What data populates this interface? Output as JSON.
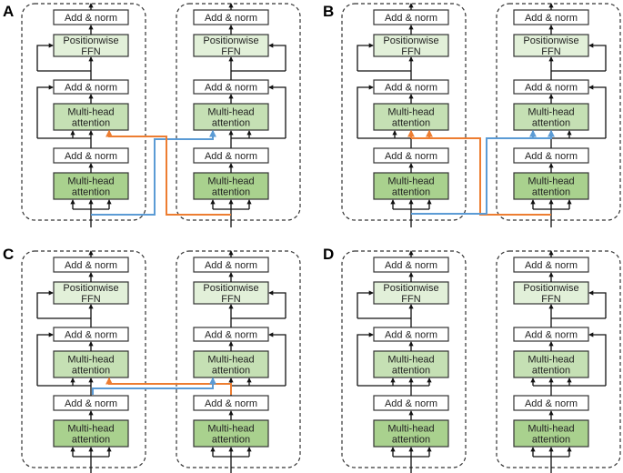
{
  "panels": [
    {
      "label": "A",
      "cross": "input-to-middle-attention"
    },
    {
      "label": "B",
      "cross": "input-to-middle-attention-both-inputs"
    },
    {
      "label": "C",
      "cross": "layer1-output-to-middle-attention"
    },
    {
      "label": "D",
      "cross": "none"
    }
  ],
  "blocks": {
    "add_norm": "Add & norm",
    "ffn_line1": "Positionwise",
    "ffn_line2": "FFN",
    "mha_line1": "Multi-head",
    "mha_line2": "attention"
  },
  "colors": {
    "mha_bottom": "#a9d18e",
    "mha_middle": "#c5e0b4",
    "ffn": "#e2f0d9",
    "orange": "#ed7d31",
    "blue": "#5b9bd5",
    "line": "#111111"
  }
}
